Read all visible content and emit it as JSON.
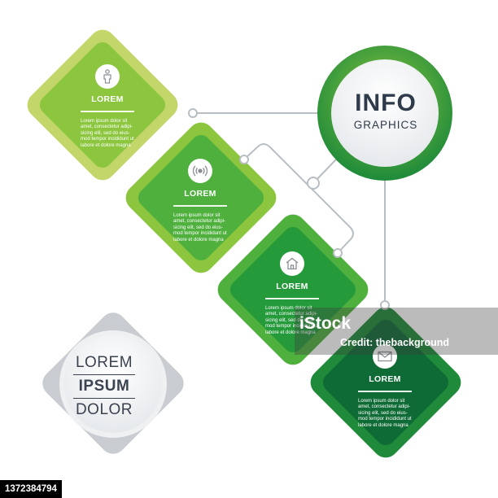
{
  "header": {
    "info_title": "INFO",
    "info_subtitle": "GRAPHICS"
  },
  "steps": [
    {
      "icon": "person-icon",
      "title": "LOREM",
      "body": "Lorem ipsum dolor sit amet, consectetur adipi-sicing elit, sed do eius-mod tempor incididunt ut labore et dolore magna"
    },
    {
      "icon": "wireless-signal-icon",
      "title": "LOREM",
      "body": "Lorem ipsum dolor sit amet, consectetur adipi-sicing elit, sed do eius-mod tempor incididunt ut labore et dolore magna"
    },
    {
      "icon": "house-icon",
      "title": "LOREM",
      "body": "Lorem ipsum dolor sit amet, consectetur adipi-sicing elit, sed do eius-mod tempor incididunt ut labore et dolore magna"
    },
    {
      "icon": "envelope-icon",
      "title": "LOREM",
      "body": "Lorem ipsum dolor sit amet, consectetur adipi-sicing elit, sed do eius-mod tempor incididunt ut labore et dolore magna"
    }
  ],
  "callout": {
    "line1": "LOREM",
    "line2": "IPSUM",
    "line3": "DOLOR"
  },
  "watermark": {
    "brand": "iStock",
    "credit": "Credit: thebackground"
  },
  "stock_id": "1372384794",
  "colors": {
    "step1_outer": "#c3d66a",
    "step1_inner": "#8cc63f",
    "step2_outer": "#8cc63f",
    "step2_inner": "#4fb03e",
    "step3_outer": "#4fb03e",
    "step3_inner": "#259a3b",
    "step4_outer": "#1e8a3a",
    "step4_inner": "#0f6b35",
    "connector": "#b8bfc4",
    "gray_outer": "#c9cdd1",
    "gray_inner": "#dfe2e5"
  }
}
